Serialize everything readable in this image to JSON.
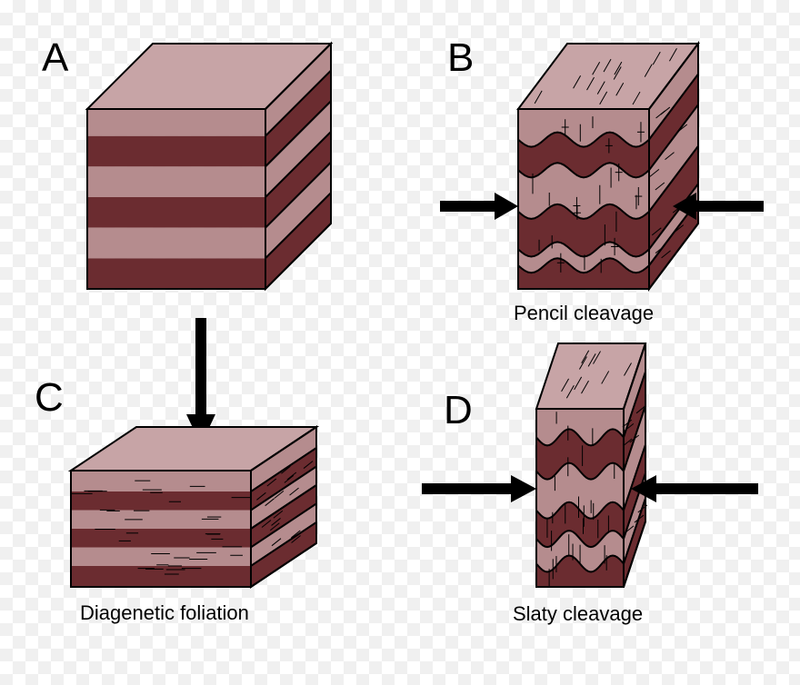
{
  "colors": {
    "light_layer": "#b58c8e",
    "dark_layer": "#6b2c30",
    "top_face": "#c7a4a6",
    "outline": "#000000",
    "arrow": "#000000"
  },
  "panels": [
    {
      "letter": "A",
      "caption": ""
    },
    {
      "letter": "B",
      "caption": "Pencil cleavage"
    },
    {
      "letter": "C",
      "caption": "Diagenetic foliation"
    },
    {
      "letter": "D",
      "caption": "Slaty cleavage"
    }
  ],
  "icons": [
    "down-arrow-icon",
    "right-arrow-icon",
    "left-arrow-icon"
  ]
}
